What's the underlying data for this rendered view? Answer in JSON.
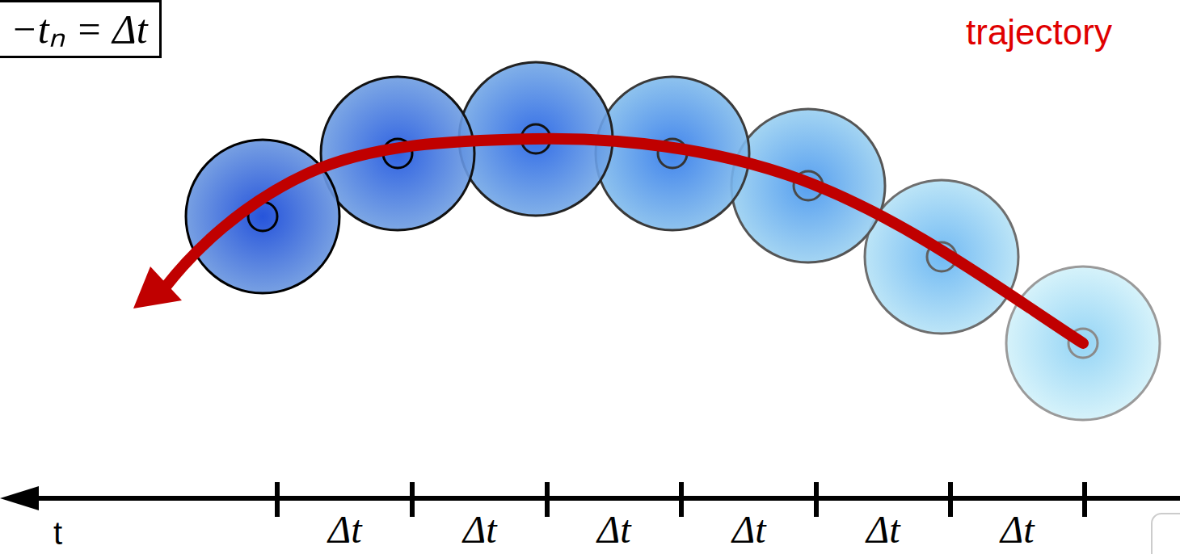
{
  "diagram": {
    "nodes": [
      {
        "text": [
          "−tₙ = Δt"
        ]
      }
    ],
    "labels": [
      "trajectory",
      "t",
      "Δt",
      "Δt",
      "Δt",
      "Δt",
      "Δt",
      "Δt"
    ]
  }
}
